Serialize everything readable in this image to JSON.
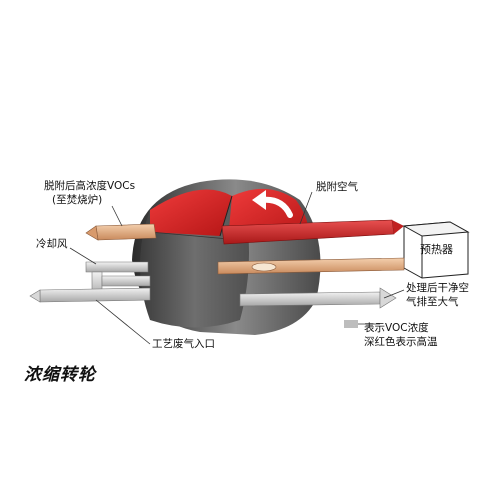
{
  "labels": {
    "desorbed_voc_line1": "脱附后高浓度VOCs",
    "desorbed_voc_line2": "(至焚烧炉)",
    "desorption_air": "脱附空气",
    "cooling_air": "冷却风",
    "preheater": "预热器",
    "clean_air_line1": "处理后干净空",
    "clean_air_line2": "气排至大气",
    "process_inlet": "工艺废气入口",
    "legend_line1": "表示VOC浓度",
    "legend_line2": "深红色表示高温"
  },
  "title": "浓缩转轮",
  "colors": {
    "hot_red": "#d81e1e",
    "wheel_gray": "#5a5a5a",
    "duct_gray": "#cfcfcf",
    "duct_tan": "#e0b28a"
  }
}
